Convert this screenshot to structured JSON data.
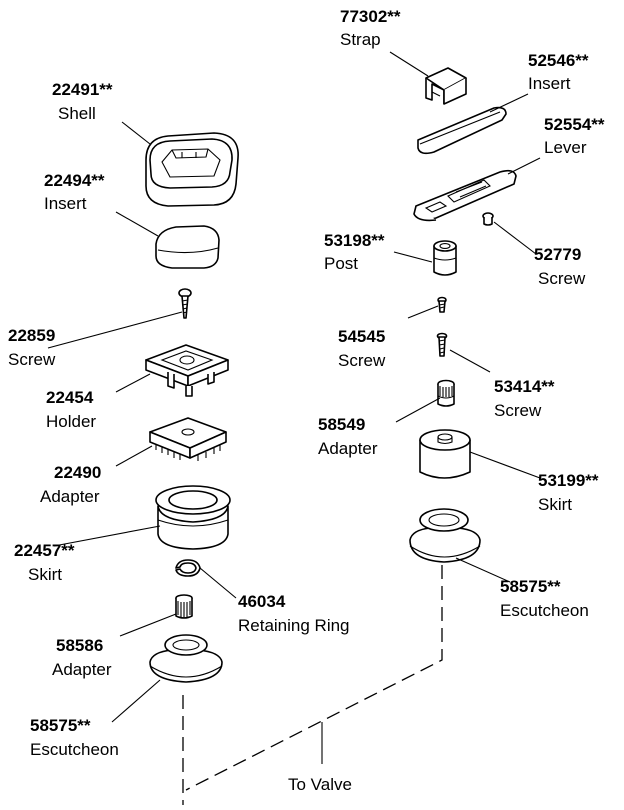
{
  "parts": {
    "strap": {
      "number": "77302**",
      "name": "Strap"
    },
    "insert_lever": {
      "number": "52546**",
      "name": "Insert"
    },
    "lever": {
      "number": "52554**",
      "name": "Lever"
    },
    "shell": {
      "number": "22491**",
      "name": "Shell"
    },
    "insert_knob": {
      "number": "22494**",
      "name": "Insert"
    },
    "post": {
      "number": "53198**",
      "name": "Post"
    },
    "screw_52779": {
      "number": "52779",
      "name": "Screw"
    },
    "screw_22859": {
      "number": "22859",
      "name": "Screw"
    },
    "screw_54545": {
      "number": "54545",
      "name": "Screw"
    },
    "holder": {
      "number": "22454",
      "name": "Holder"
    },
    "screw_53414": {
      "number": "53414**",
      "name": "Screw"
    },
    "adapter_58549": {
      "number": "58549",
      "name": "Adapter"
    },
    "adapter_22490": {
      "number": "22490",
      "name": "Adapter"
    },
    "skirt_53199": {
      "number": "53199**",
      "name": "Skirt"
    },
    "skirt_22457": {
      "number": "22457**",
      "name": "Skirt"
    },
    "retaining_ring": {
      "number": "46034",
      "name": "Retaining Ring"
    },
    "escutcheon_right": {
      "number": "58575**",
      "name": "Escutcheon"
    },
    "adapter_58586": {
      "number": "58586",
      "name": "Adapter"
    },
    "escutcheon_left": {
      "number": "58575**",
      "name": "Escutcheon"
    }
  },
  "footer": {
    "to_valve": "To Valve"
  }
}
